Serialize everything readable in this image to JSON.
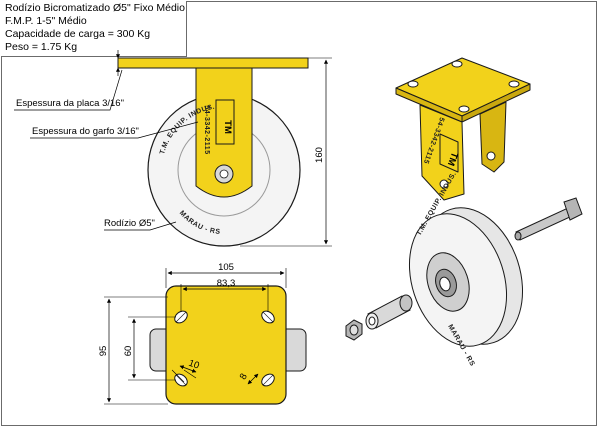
{
  "title_block": {
    "line1": "Rodízio Bicromatizado Ø5\" Fixo Médio",
    "line2": "F.M.P. 1-5\" Médio",
    "line3": "Capacidade de carga = 300 Kg",
    "line4": "Peso = 1.75 Kg"
  },
  "callouts": {
    "plate_thickness": "Espessura da placa 3/16\"",
    "fork_thickness": "Espessura do garfo 3/16\"",
    "wheel": "Rodízio Ø5\""
  },
  "dimensions": {
    "height": "160",
    "plate_width": "105",
    "hole_span_x": "83,3",
    "plate_depth": "95",
    "hole_span_y": "60",
    "slot_length": "10",
    "slot_width": "8"
  },
  "wheel_marking": {
    "brand_top": "T.M. EQUIP. INDUS.",
    "city_top": "MARAU - RS",
    "phone": "54-3342-2115",
    "logo": "TM"
  },
  "colors": {
    "yellow": "#f2d21b",
    "outline": "#1a1a1a",
    "wheel": "#f4f4f4",
    "hub": "#d9d9d9"
  }
}
